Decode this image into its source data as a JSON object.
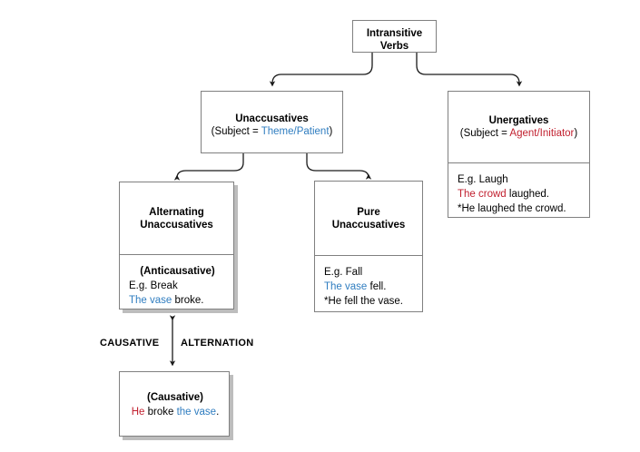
{
  "diagram": {
    "title": "Intransitive Verbs taxonomy",
    "colors": {
      "blue": "#2f7dc0",
      "red": "#c11f2e",
      "box_border": "#808080",
      "shadow": "#bdbdbd",
      "text": "#000000",
      "background": "#ffffff"
    },
    "nodes": {
      "intransitive": {
        "title_line1": "Intransitive",
        "title_line2": "Verbs"
      },
      "unaccusatives": {
        "title_line1": "Unaccusatives",
        "subtitle_prefix": "(Subject = ",
        "subtitle_role": "Theme/Patient",
        "subtitle_suffix": ")",
        "role_color": "blue"
      },
      "unergatives": {
        "title_line1": "Unergatives",
        "subtitle_prefix": "(Subject = ",
        "subtitle_role": "Agent/Initiator",
        "subtitle_suffix": ")",
        "role_color": "red",
        "example_label": "E.g. Laugh",
        "example_good_arg": "The crowd",
        "example_good_rest": " laughed.",
        "example_bad": "*He laughed the crowd."
      },
      "alternating_unaccusatives": {
        "title_line1": "Alternating",
        "title_line2": "Unaccusatives",
        "body_header": "(Anticausative)",
        "example_label": "E.g. Break",
        "example_arg": "The vase",
        "example_rest": " broke."
      },
      "pure_unaccusatives": {
        "title_line1": "Pure",
        "title_line2": "Unaccusatives",
        "example_label": "E.g. Fall",
        "example_arg": "The vase",
        "example_rest": " fell.",
        "example_bad": "*He fell the vase."
      },
      "causative": {
        "body_header": "(Causative)",
        "sentence_subject": "He",
        "sentence_verb": " broke ",
        "sentence_object": "the vase",
        "sentence_end": "."
      }
    },
    "labels": {
      "causative_word": "CAUSATIVE",
      "alternation_word": "ALTERNATION"
    }
  }
}
